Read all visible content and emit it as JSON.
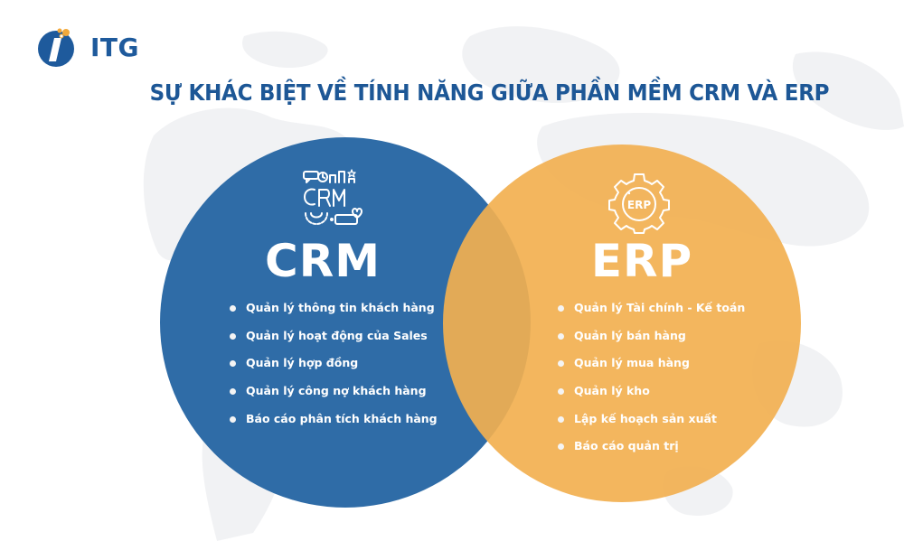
{
  "brand": {
    "logo_text": "ITG",
    "colors": {
      "primary_blue": "#1d5796",
      "accent_orange": "#f2a93b"
    }
  },
  "title": "SỰ KHÁC BIỆT VỀ TÍNH NĂNG GIỮA PHẦN MỀM CRM VÀ ERP",
  "diagram": {
    "type": "venn",
    "left": {
      "icon": "crm-icon",
      "heading": "CRM",
      "color": "#2f6ca7",
      "features": [
        "Quản lý thông tin khách hàng",
        "Quản lý hoạt động của Sales",
        "Quản lý hợp đồng",
        "Quản lý công nợ khách hàng",
        "Báo cáo phân tích khách hàng"
      ]
    },
    "right": {
      "icon": "erp-gear-icon",
      "icon_label": "ERP",
      "heading": "ERP",
      "color": "#f2b050",
      "features": [
        "Quản lý Tài chính - Kế toán",
        "Quản lý bán hàng",
        "Quản lý mua hàng",
        "Quản lý kho",
        "Lập kế hoạch sản xuất",
        "Báo cáo quản trị"
      ]
    }
  }
}
